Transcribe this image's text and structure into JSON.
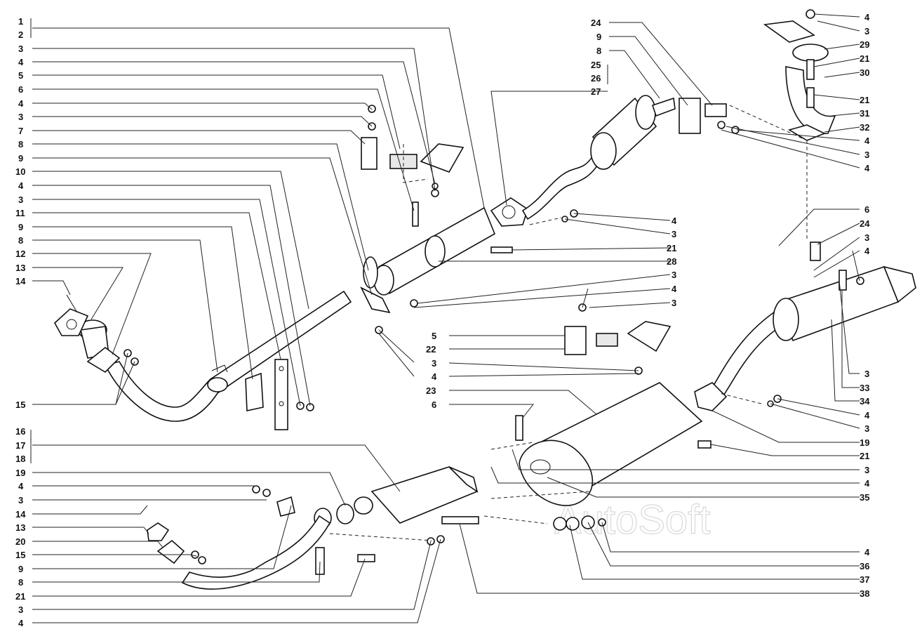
{
  "watermark": "AutoSoft",
  "left_labels": [
    {
      "id": "l01",
      "text": "1"
    },
    {
      "id": "l02",
      "text": "2"
    },
    {
      "id": "l03",
      "text": "3"
    },
    {
      "id": "l04",
      "text": "4"
    },
    {
      "id": "l05",
      "text": "5"
    },
    {
      "id": "l06",
      "text": "6"
    },
    {
      "id": "l07",
      "text": "4"
    },
    {
      "id": "l08",
      "text": "3"
    },
    {
      "id": "l09",
      "text": "7"
    },
    {
      "id": "l10",
      "text": "8"
    },
    {
      "id": "l11",
      "text": "9"
    },
    {
      "id": "l12",
      "text": "10"
    },
    {
      "id": "l13",
      "text": "4"
    },
    {
      "id": "l14",
      "text": "3"
    },
    {
      "id": "l15",
      "text": "11"
    },
    {
      "id": "l16",
      "text": "9"
    },
    {
      "id": "l17",
      "text": "8"
    },
    {
      "id": "l18",
      "text": "12"
    },
    {
      "id": "l19",
      "text": "13"
    },
    {
      "id": "l20",
      "text": "14"
    },
    {
      "id": "l21",
      "text": "15"
    },
    {
      "id": "l22",
      "text": "16"
    },
    {
      "id": "l23",
      "text": "17"
    },
    {
      "id": "l24",
      "text": "18"
    },
    {
      "id": "l25",
      "text": "19"
    },
    {
      "id": "l26",
      "text": "4"
    },
    {
      "id": "l27",
      "text": "3"
    },
    {
      "id": "l28",
      "text": "14"
    },
    {
      "id": "l29",
      "text": "13"
    },
    {
      "id": "l30",
      "text": "20"
    },
    {
      "id": "l31",
      "text": "15"
    },
    {
      "id": "l32",
      "text": "9"
    },
    {
      "id": "l33",
      "text": "8"
    },
    {
      "id": "l34",
      "text": "21"
    },
    {
      "id": "l35",
      "text": "3"
    },
    {
      "id": "l36",
      "text": "4"
    }
  ],
  "center_labels": [
    {
      "id": "c01",
      "text": "24"
    },
    {
      "id": "c02",
      "text": "9"
    },
    {
      "id": "c03",
      "text": "8"
    },
    {
      "id": "c04",
      "text": "25"
    },
    {
      "id": "c05",
      "text": "26"
    },
    {
      "id": "c06",
      "text": "27"
    },
    {
      "id": "c07",
      "text": "4"
    },
    {
      "id": "c08",
      "text": "3"
    },
    {
      "id": "c09",
      "text": "21"
    },
    {
      "id": "c10",
      "text": "28"
    },
    {
      "id": "c11",
      "text": "3"
    },
    {
      "id": "c12",
      "text": "4"
    },
    {
      "id": "c13",
      "text": "3"
    },
    {
      "id": "c14",
      "text": "5"
    },
    {
      "id": "c15",
      "text": "22"
    },
    {
      "id": "c16",
      "text": "3"
    },
    {
      "id": "c17",
      "text": "4"
    },
    {
      "id": "c18",
      "text": "23"
    },
    {
      "id": "c19",
      "text": "6"
    }
  ],
  "right_labels": [
    {
      "id": "r01",
      "text": "4"
    },
    {
      "id": "r02",
      "text": "3"
    },
    {
      "id": "r03",
      "text": "29"
    },
    {
      "id": "r04",
      "text": "21"
    },
    {
      "id": "r05",
      "text": "30"
    },
    {
      "id": "r06",
      "text": "21"
    },
    {
      "id": "r07",
      "text": "31"
    },
    {
      "id": "r08",
      "text": "32"
    },
    {
      "id": "r09",
      "text": "4"
    },
    {
      "id": "r10",
      "text": "3"
    },
    {
      "id": "r11",
      "text": "4"
    },
    {
      "id": "r12",
      "text": "6"
    },
    {
      "id": "r13",
      "text": "24"
    },
    {
      "id": "r14",
      "text": "3"
    },
    {
      "id": "r15",
      "text": "4"
    },
    {
      "id": "r16",
      "text": "3"
    },
    {
      "id": "r17",
      "text": "33"
    },
    {
      "id": "r18",
      "text": "34"
    },
    {
      "id": "r19",
      "text": "4"
    },
    {
      "id": "r20",
      "text": "3"
    },
    {
      "id": "r21",
      "text": "19"
    },
    {
      "id": "r22",
      "text": "21"
    },
    {
      "id": "r23",
      "text": "3"
    },
    {
      "id": "r24",
      "text": "4"
    },
    {
      "id": "r25",
      "text": "35"
    },
    {
      "id": "r26",
      "text": "4"
    },
    {
      "id": "r27",
      "text": "36"
    },
    {
      "id": "r28",
      "text": "37"
    },
    {
      "id": "r29",
      "text": "38"
    }
  ]
}
